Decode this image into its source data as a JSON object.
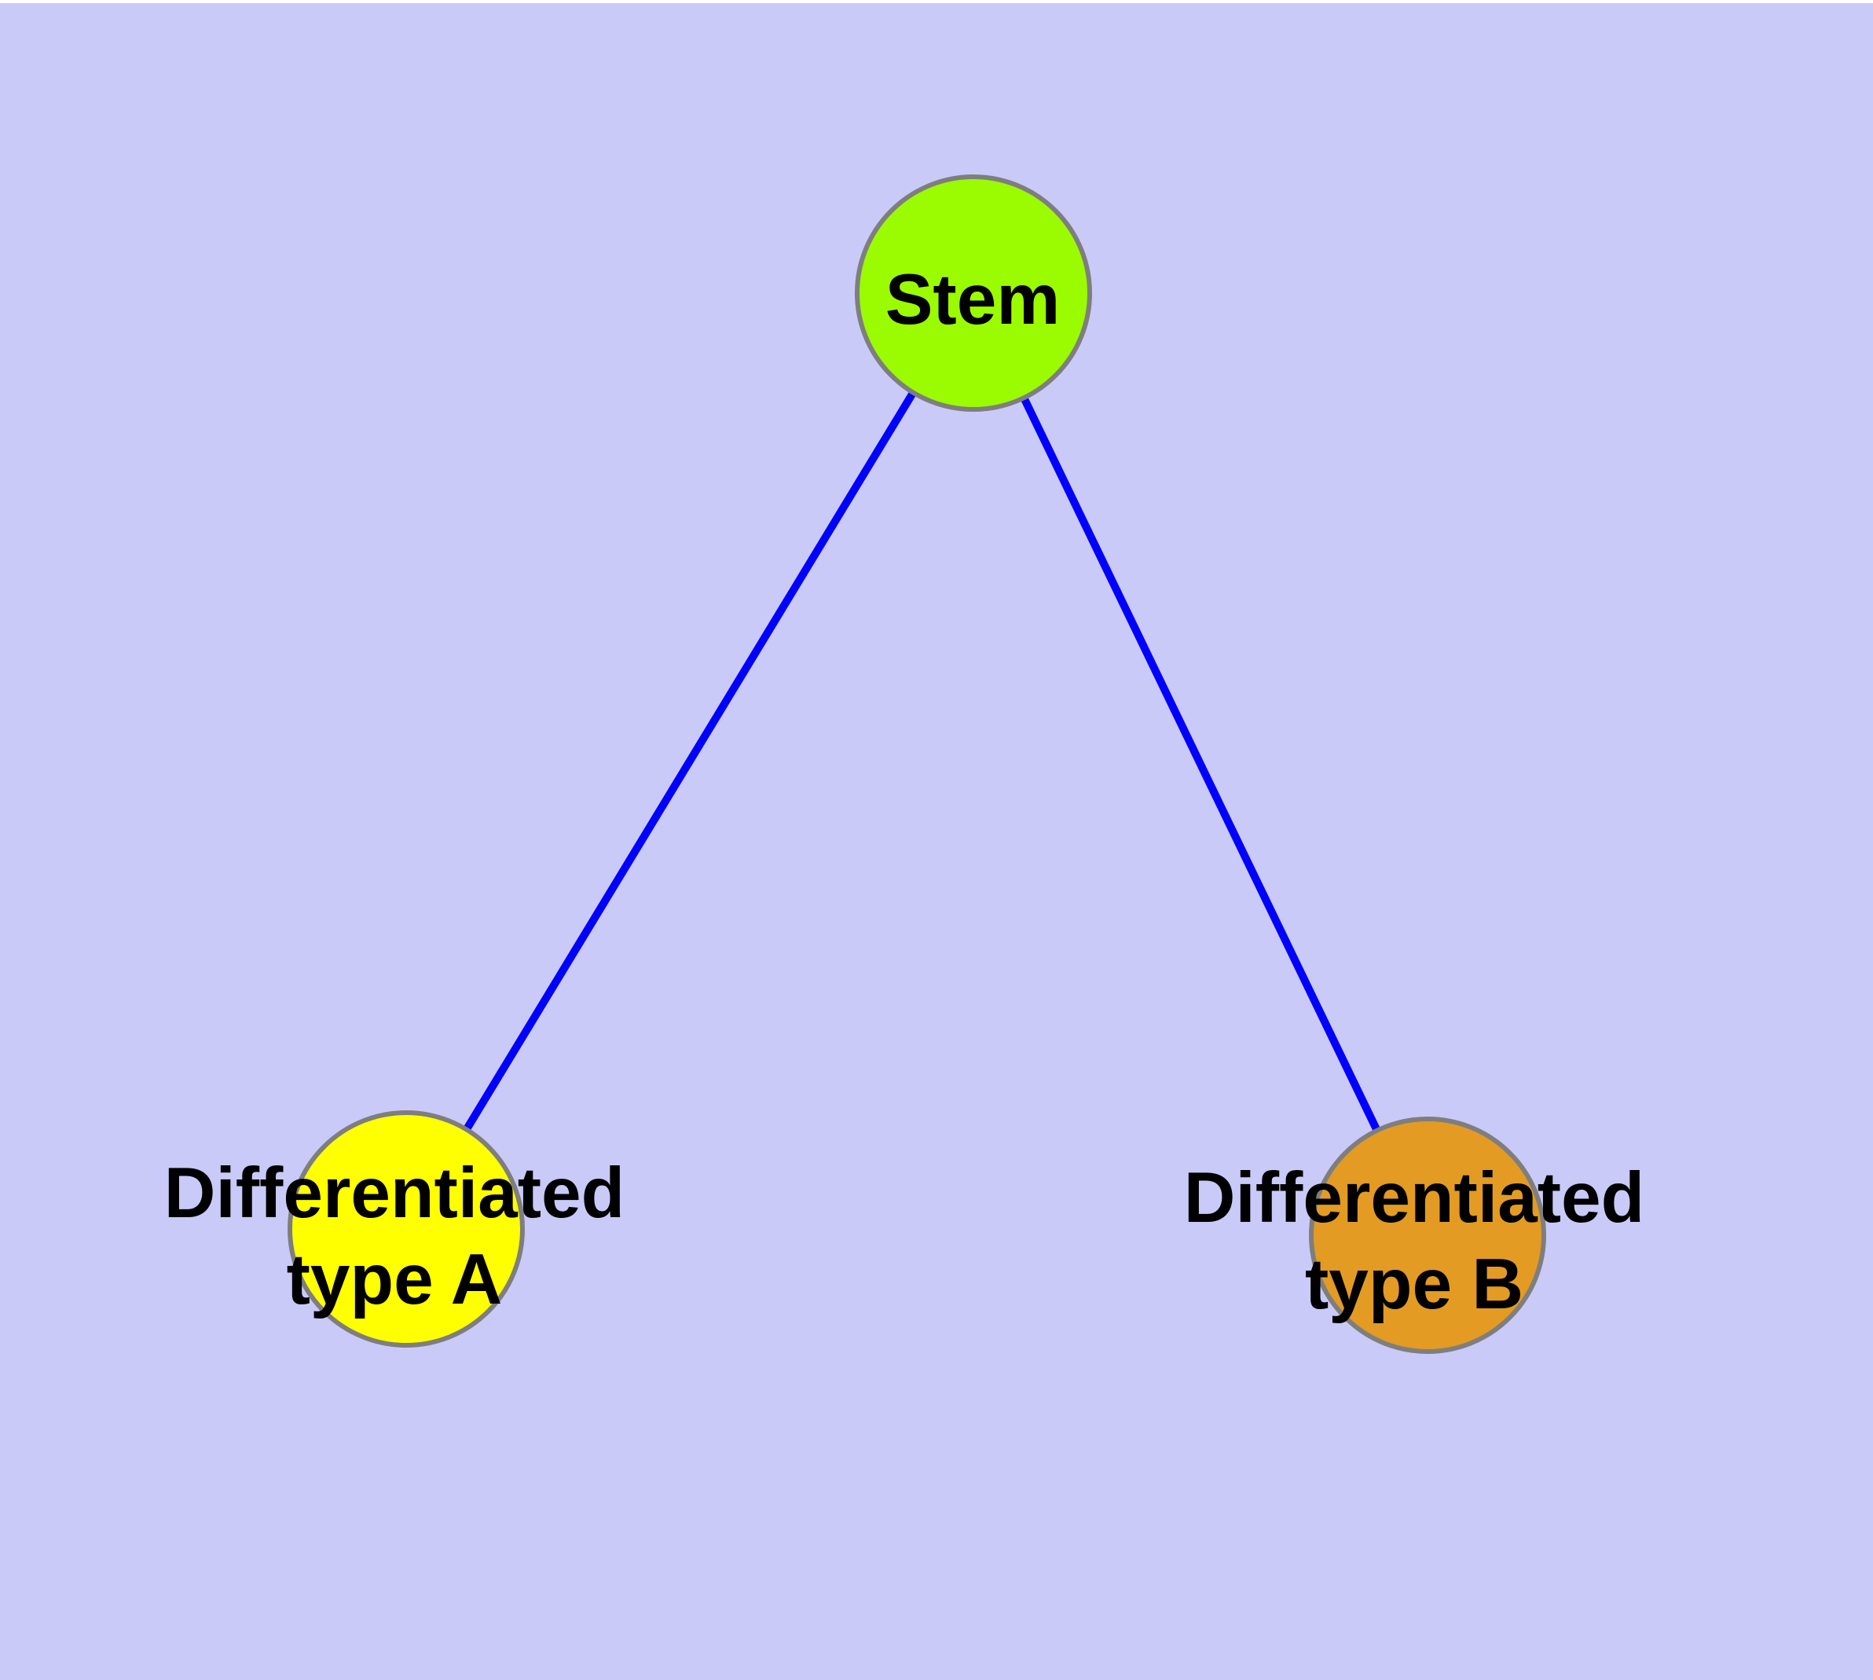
{
  "canvas": {
    "background_color": "#CACAF9",
    "margin_color": "#FFFFFF"
  },
  "graph": {
    "edge_color": "#0000FF",
    "node_border_color": "#7E7E7E",
    "label_color": "#000000",
    "nodes": {
      "stem": {
        "label": "Stem",
        "fill": "#9BFB00"
      },
      "type_a": {
        "label": "Differentiated type A",
        "line1": "Differentiated",
        "line2": "type A",
        "fill": "#FFFF00"
      },
      "type_b": {
        "label": "Differentiated type B",
        "line1": "Differentiated",
        "line2": "type B",
        "fill": "#E39B23"
      }
    },
    "edges": [
      {
        "from": "Stem",
        "to": "Differentiated type A"
      },
      {
        "from": "Stem",
        "to": "Differentiated type B"
      }
    ]
  }
}
